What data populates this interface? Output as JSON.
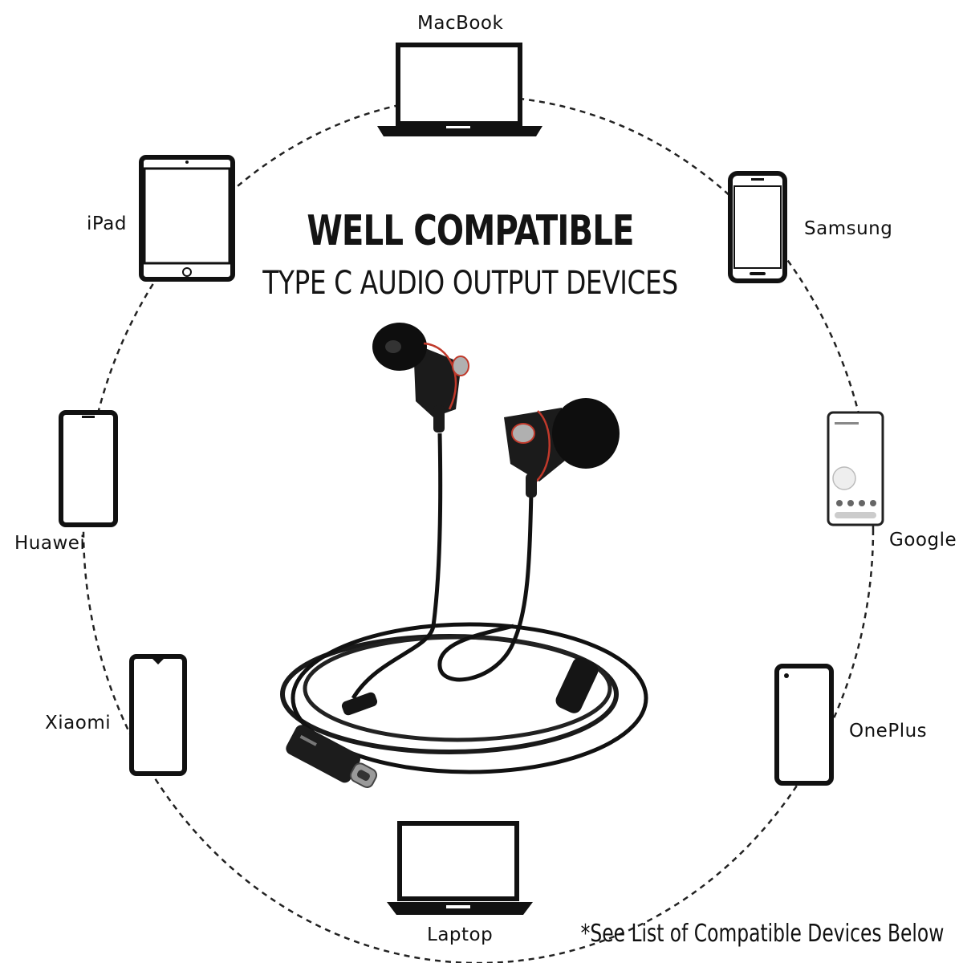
{
  "header": {
    "headline": "WELL COMPATIBLE",
    "subline": "TYPE C AUDIO OUTPUT DEVICES"
  },
  "devices": [
    {
      "label": "MacBook",
      "icon": "laptop-icon"
    },
    {
      "label": "Samsung",
      "icon": "phone-icon"
    },
    {
      "label": "Google",
      "icon": "phone-icon"
    },
    {
      "label": "OnePlus",
      "icon": "phone-icon"
    },
    {
      "label": "Laptop",
      "icon": "laptop-icon"
    },
    {
      "label": "Xiaomi",
      "icon": "phone-icon"
    },
    {
      "label": "Huawei",
      "icon": "phone-icon"
    },
    {
      "label": "iPad",
      "icon": "tablet-icon"
    }
  ],
  "product": {
    "icon": "usb-c-earphones-icon",
    "accent": "#c0392b"
  },
  "footnote": "*See List of Compatible Devices Below"
}
